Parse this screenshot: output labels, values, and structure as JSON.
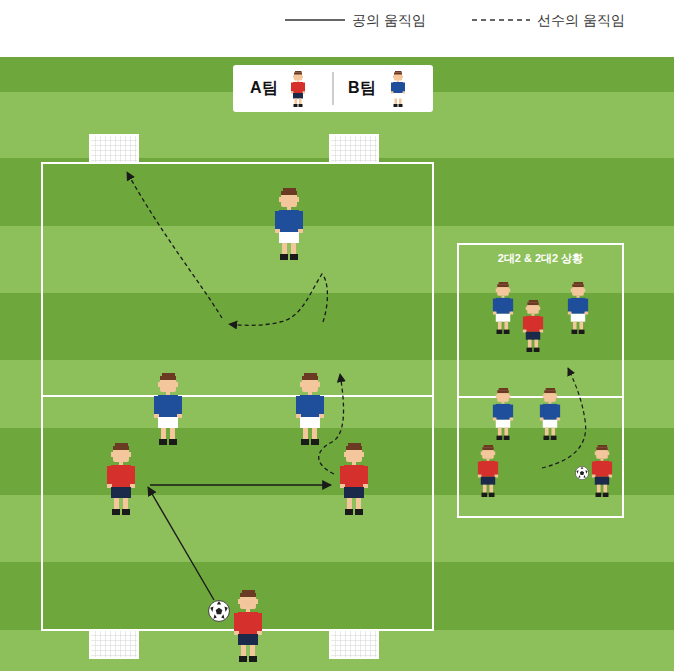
{
  "diagram": {
    "nodes": [
      {
        "text": [
          "2대2 & 2대2 상황"
        ]
      }
    ],
    "edges": [],
    "legend": [
      {
        "text": "공의 움직임"
      },
      {
        "text": "선수의 움직임"
      },
      {
        "text": "A팀"
      },
      {
        "text": "B팀"
      }
    ]
  }
}
